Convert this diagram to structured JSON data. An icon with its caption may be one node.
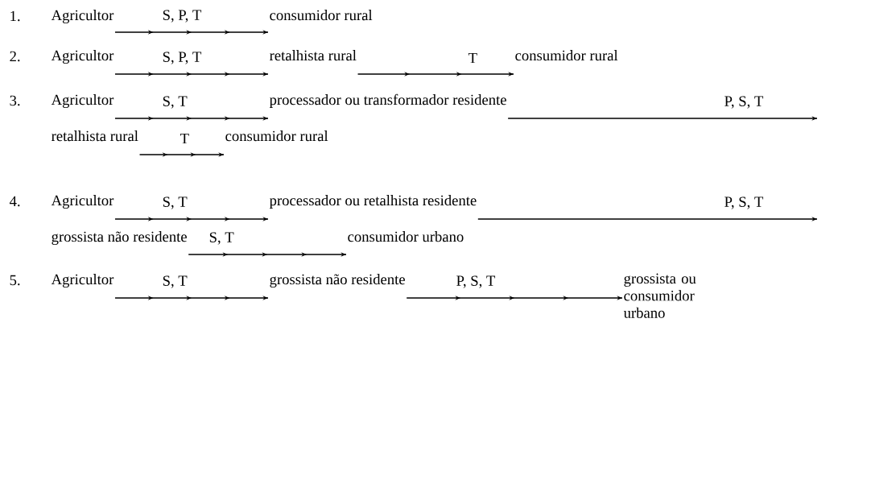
{
  "diagram": {
    "nodes": [
      {
        "text": [
          "Agricultor"
        ]
      },
      {
        "text": [
          "consumidor rural"
        ]
      },
      {
        "text": [
          "Agricultor"
        ]
      },
      {
        "text": [
          "retalhista rural"
        ]
      },
      {
        "text": [
          "consumidor rural"
        ]
      },
      {
        "text": [
          "Agricultor"
        ]
      },
      {
        "text": [
          "processador ou transformador residente"
        ]
      },
      {
        "text": [
          "retalhista rural"
        ]
      },
      {
        "text": [
          "consumidor rural"
        ]
      },
      {
        "text": [
          "Agricultor"
        ]
      },
      {
        "text": [
          "processador ou retalhista residente"
        ]
      },
      {
        "text": [
          "grossista não residente"
        ]
      },
      {
        "text": [
          "consumidor urbano"
        ]
      },
      {
        "text": [
          "Agricultor"
        ]
      },
      {
        "text": [
          "grossista não residente"
        ]
      },
      {
        "text": [
          "grossista ou consumidor urbano"
        ]
      }
    ],
    "edges": [
      {
        "from": 0,
        "to": 1,
        "arrow": "to",
        "label": "S, P, T"
      },
      {
        "from": 2,
        "to": 3,
        "arrow": "to",
        "label": "S, P, T"
      },
      {
        "from": 3,
        "to": 4,
        "arrow": "to",
        "label": "T"
      },
      {
        "from": 5,
        "to": 6,
        "arrow": "to",
        "label": "S, T"
      },
      {
        "from": 6,
        "to": null,
        "arrow": "to",
        "label": "P, S, T"
      },
      {
        "from": 7,
        "to": 8,
        "arrow": "to",
        "label": "T"
      },
      {
        "from": 9,
        "to": 10,
        "arrow": "to",
        "label": "S, T"
      },
      {
        "from": 10,
        "to": null,
        "arrow": "to",
        "label": "P, S, T"
      },
      {
        "from": 11,
        "to": 12,
        "arrow": "to",
        "label": "S, T"
      },
      {
        "from": 13,
        "to": 14,
        "arrow": "to",
        "label": "S, T"
      },
      {
        "from": 14,
        "to": 15,
        "arrow": "to",
        "label": "P, S, T"
      }
    ],
    "labels": [
      "1.",
      "2.",
      "3.",
      "4.",
      "5."
    ]
  }
}
